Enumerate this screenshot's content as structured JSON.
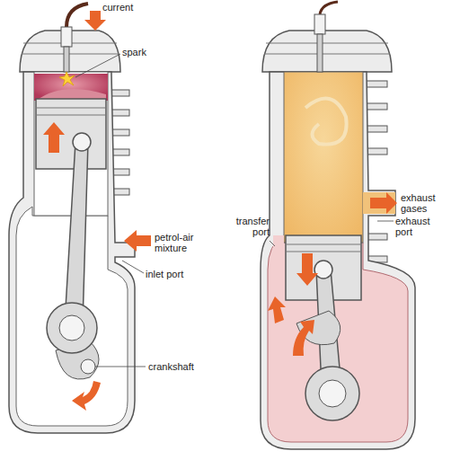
{
  "diagram": {
    "labels": [
      "current",
      "spark",
      "petrol-air mixture",
      "inlet port",
      "crankshaft",
      "exhaust gases",
      "exhaust port",
      "transfer port"
    ]
  }
}
